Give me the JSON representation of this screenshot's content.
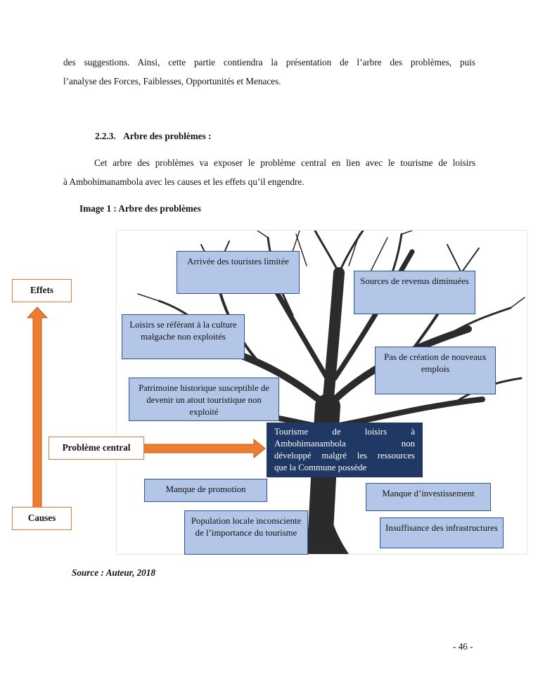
{
  "paragraph1": {
    "lines": [
      "des suggestions. Ainsi, cette partie contiendra la présentation de l’arbre des problèmes, puis",
      "l’analyse des Forces, Faiblesses, Opportunités et Menaces."
    ]
  },
  "section_heading": {
    "number": "2.2.3.",
    "title": "Arbre des problèmes :"
  },
  "paragraph2": {
    "lines": [
      "Cet arbre des problèmes va exposer le problème central en lien avec le tourisme de loisirs",
      "à Ambohimanambola avec les causes et les effets qu’il engendre."
    ]
  },
  "figure": {
    "caption": "Image 1 : Arbre des problèmes",
    "side_labels": {
      "effects": "Effets",
      "central": "Problème central",
      "causes": "Causes"
    },
    "effects": [
      "Arrivée des touristes limitée",
      "Sources de revenus diminuées",
      "Loisirs se référant à la culture malgache non exploités",
      "Pas de création de nouveaux emplois",
      "Patrimoine historique susceptible de devenir un atout touristique non exploité"
    ],
    "central_problem": {
      "lines": [
        "Tourisme de loisirs à",
        "Ambohimanambola non",
        "développé malgré les ressources",
        "que la Commune possède"
      ]
    },
    "causes": [
      "Manque de promotion",
      "Manque d’investissement",
      "Population locale inconsciente de l’importance du tourisme",
      "Insuffisance des infrastructures"
    ],
    "colors": {
      "box_fill": "#b4c6e7",
      "box_border": "#2f5496",
      "central_fill": "#1f3864",
      "arrow": "#ed7d31",
      "tree": "#2b2b2b"
    }
  },
  "source": "Source : Auteur, 2018",
  "page_number": "- 46 -"
}
